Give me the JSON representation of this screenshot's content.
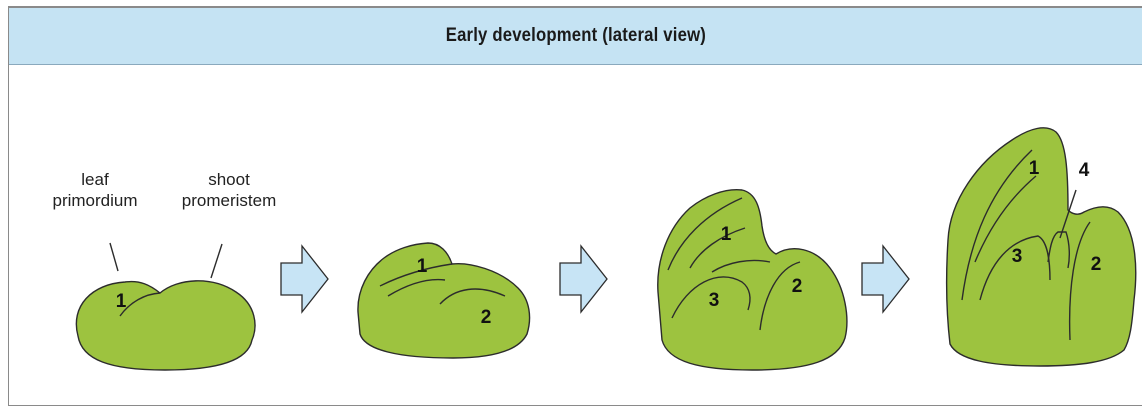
{
  "figure": {
    "title": "Early development (lateral view)"
  },
  "stage1": {
    "leaf_label_line1": "leaf",
    "leaf_label_line2": "primordium",
    "meristem_label_line1": "shoot",
    "meristem_label_line2": "promeristem",
    "primordium_1": "1"
  },
  "stage2": {
    "primordium_1": "1",
    "primordium_2": "2"
  },
  "stage3": {
    "primordium_1": "1",
    "primordium_2": "2",
    "primordium_3": "3"
  },
  "stage4": {
    "primordium_1": "1",
    "primordium_2": "2",
    "primordium_3": "3",
    "primordium_4": "4"
  },
  "colors": {
    "tissue_green": "#9dc33f",
    "title_bar_blue": "#c5e3f3",
    "arrow_fill": "#c7e4f5"
  }
}
